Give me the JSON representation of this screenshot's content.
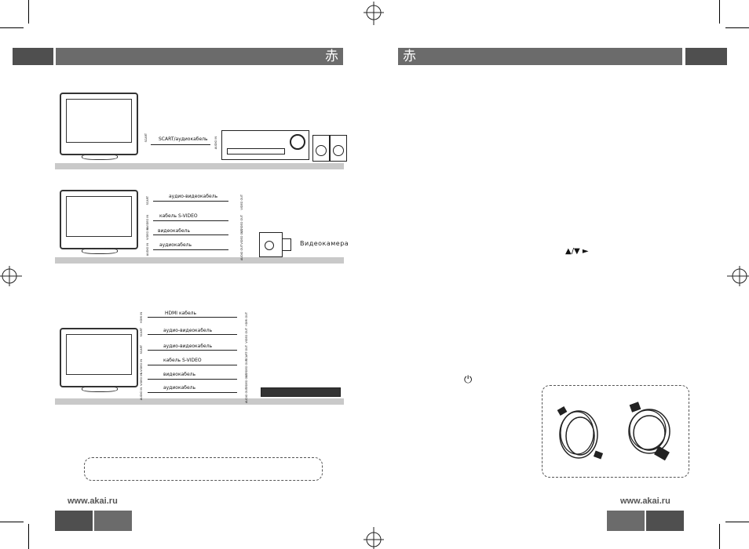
{
  "page": {
    "left_header": {
      "mark": "赤"
    },
    "right_header": {
      "mark": "赤"
    },
    "website_left": "www.akai.ru",
    "website_right": "www.akai.ru"
  },
  "diagram1": {
    "cable_label": "SCART/аудиокабель",
    "tv_port": "SCART",
    "device_port": "AUDIO IN"
  },
  "diagram2": {
    "cables": [
      {
        "label": "аудио-видеокабель",
        "tv_port": "SCART",
        "dev_port": "VIDEO OUT"
      },
      {
        "label": "кабель S-VIDEO",
        "tv_port": "S-VIDEO IN",
        "dev_port": "S-VIDEO OUT"
      },
      {
        "label": "видеокабель",
        "tv_port": "VIDEO IN",
        "dev_port": "VIDEO OUT"
      },
      {
        "label": "аудиокабель",
        "tv_port": "AUDIO IN",
        "dev_port": "AUDIO OUT"
      }
    ],
    "device_label": "Видеокамера"
  },
  "diagram3": {
    "cables": [
      {
        "label": "HDMI    кабель",
        "tv_port": "HDMI IN",
        "dev_port": "HDMI OUT"
      },
      {
        "label": "аудио-видеокабель",
        "tv_port": "SCART",
        "dev_port": "VIDEO OUT"
      },
      {
        "label": "аудио-видеокабель",
        "tv_port": "SCART",
        "dev_port": "SCART OUT"
      },
      {
        "label": "кабель S-VIDEO",
        "tv_port": "S-VIDEO IN",
        "dev_port": "S-VIDEO OUT"
      },
      {
        "label": "видеокабель",
        "tv_port": "VIDEO IN",
        "dev_port": "VIDEO OUT"
      },
      {
        "label": "аудиокабель",
        "tv_port": "AUDIO IN",
        "dev_port": "AUDIO OUT"
      }
    ]
  },
  "right_page": {
    "nav_symbols": "▲/▼  ►",
    "power_symbol": "⏻"
  }
}
